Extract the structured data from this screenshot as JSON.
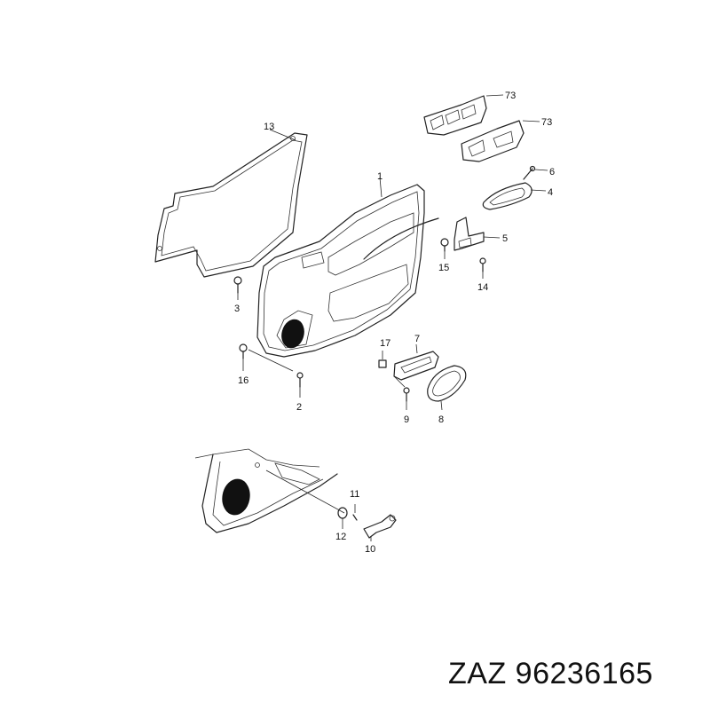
{
  "callouts": {
    "c73a": "73",
    "c73b": "73",
    "c13": "13",
    "c1": "1",
    "c6": "6",
    "c4": "4",
    "c5": "5",
    "c15": "15",
    "c14": "14",
    "c3": "3",
    "c17": "17",
    "c7": "7",
    "c16": "16",
    "c2": "2",
    "c9": "9",
    "c8": "8",
    "c11": "11",
    "c12": "12",
    "c10": "10"
  },
  "footer": {
    "brand": "ZAZ",
    "part_number": "96236165"
  }
}
